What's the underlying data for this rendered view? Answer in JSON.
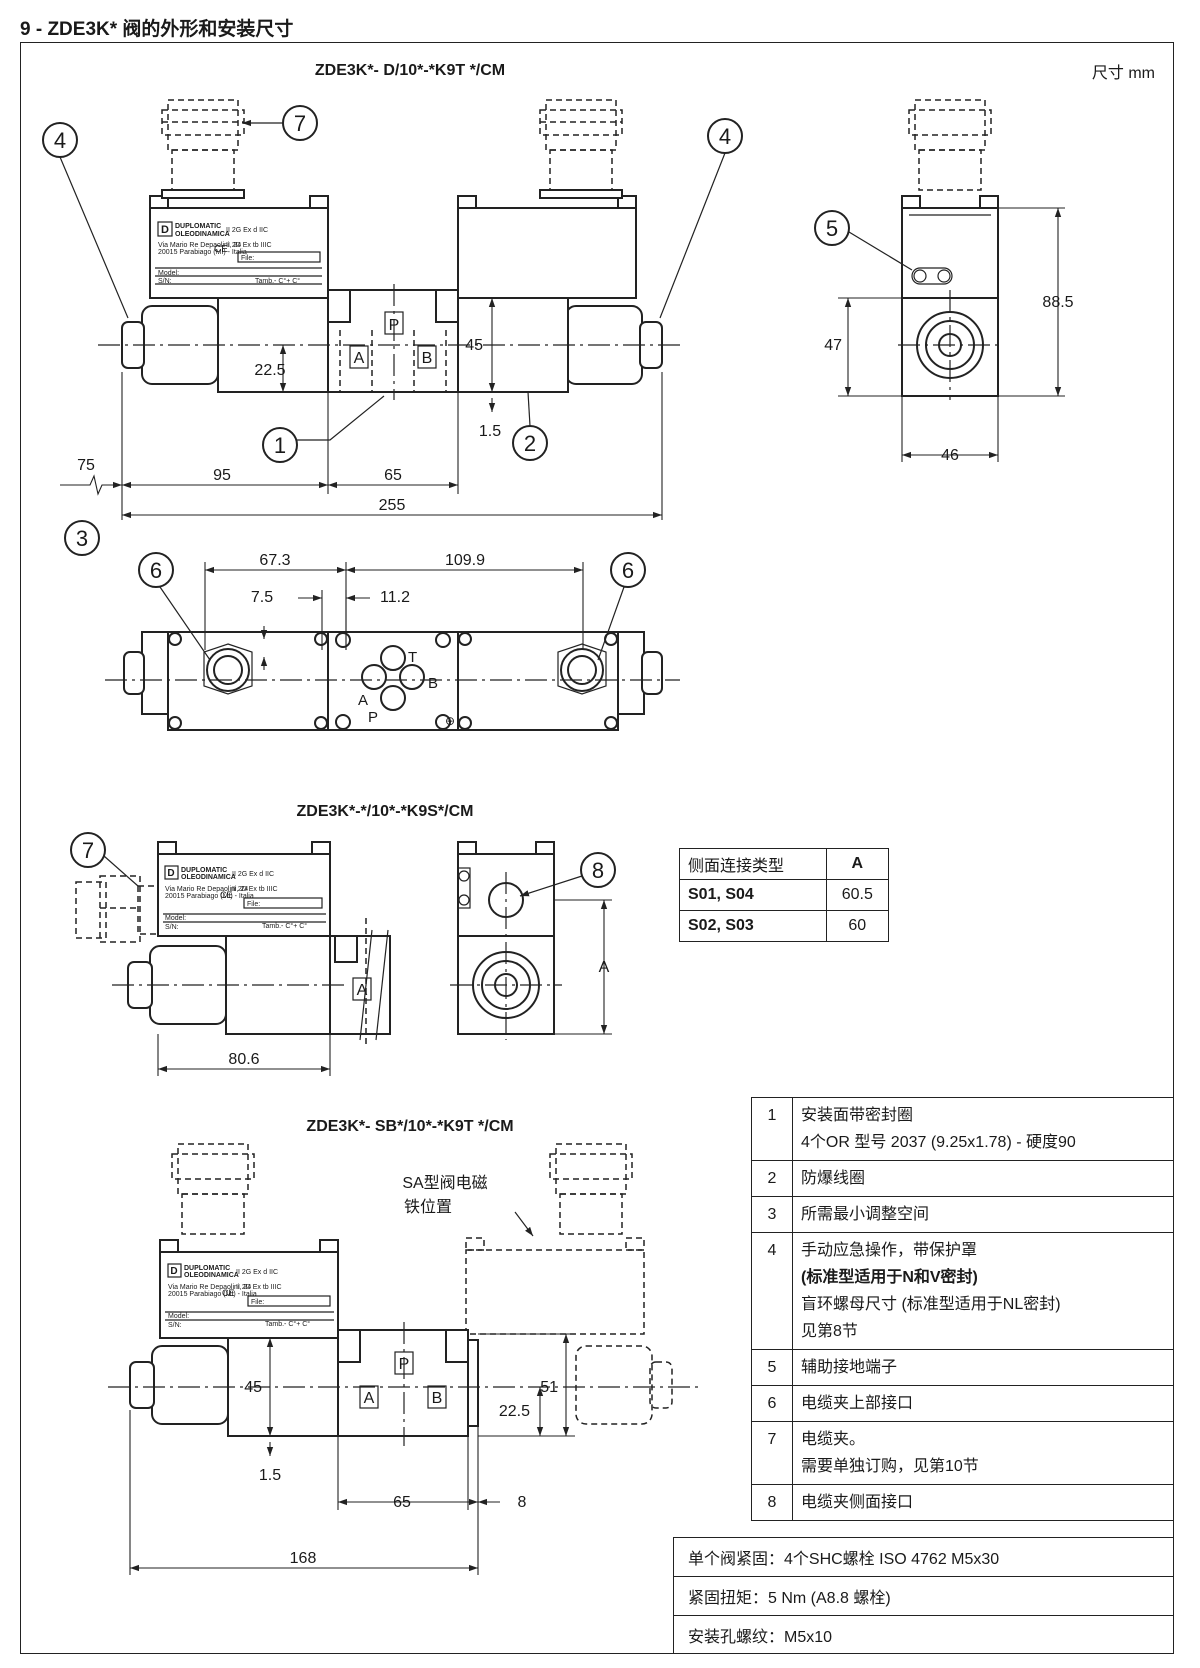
{
  "page": {
    "title": "9 - ZDE3K* 阀的外形和安装尺寸",
    "units": "尺寸  mm"
  },
  "views": {
    "view1_title": "ZDE3K*- D/10*-*K9T */CM",
    "view2_title": "ZDE3K*-*/10*-*K9S*/CM",
    "view3_title": "ZDE3K*- SB*/10*-*K9T */CM",
    "sa_note_line1": "SA型阀电磁",
    "sa_note_line2": "铁位置"
  },
  "dimensions": {
    "d75": "75",
    "d95": "95",
    "d65": "65",
    "d255": "255",
    "d45": "45",
    "d22_5": "22.5",
    "d1_5": "1.5",
    "d88_5": "88.5",
    "d47": "47",
    "d46": "46",
    "d67_3": "67.3",
    "d109_9": "109.9",
    "d7_5": "7.5",
    "d11_2": "11.2",
    "d80_6": "80.6",
    "dA": "A",
    "d45b": "45",
    "d51": "51",
    "d22_5b": "22.5",
    "d1_5b": "1.5",
    "d65b": "65",
    "d8": "8",
    "d168": "168"
  },
  "bubbles": [
    "1",
    "2",
    "3",
    "4",
    "5",
    "6",
    "7",
    "8"
  ],
  "ports": {
    "P": "P",
    "A": "A",
    "B": "B",
    "T": "T"
  },
  "nameplate": {
    "brand1": "DUPLOMATIC",
    "brand2": "OLEODINAMICA",
    "addr1": "Via Mario Re Depaolini, 24",
    "addr2": "20015 Parabiago (MI) - Italia",
    "atex1": "II 2G Ex d IIC",
    "atex2": "II 2D Ex tb IIIC",
    "file": "File:",
    "model": "Model:",
    "tamb": "Tamb.-  C°+  C°",
    "sn": "S/N:",
    "ce": "CE"
  },
  "side_table": {
    "header_type": "侧面连接类型",
    "header_a": "A",
    "rows": [
      {
        "type": "S01, S04",
        "a": "60.5"
      },
      {
        "type": "S02, S03",
        "a": "60"
      }
    ]
  },
  "legend": [
    {
      "num": "1",
      "lines": [
        "安装面带密封圈",
        "4个OR 型号 2037 (9.25x1.78) - 硬度90"
      ]
    },
    {
      "num": "2",
      "lines": [
        "防爆线圈"
      ]
    },
    {
      "num": "3",
      "lines": [
        "所需最小调整空间"
      ]
    },
    {
      "num": "4",
      "lines": [
        "手动应急操作，带保护罩",
        "(标准型适用于N和V密封)",
        "盲环螺母尺寸 (标准型适用于NL密封)",
        "见第8节"
      ]
    },
    {
      "num": "5",
      "lines": [
        "辅助接地端子"
      ]
    },
    {
      "num": "6",
      "lines": [
        "电缆夹上部接口"
      ]
    },
    {
      "num": "7",
      "lines": [
        "电缆夹。",
        "需要单独订购，见第10节"
      ]
    },
    {
      "num": "8",
      "lines": [
        "电缆夹侧面接口"
      ]
    }
  ],
  "notes": [
    "单个阀紧固：4个SHC螺栓 ISO 4762 M5x30",
    "紧固扭矩：5 Nm (A8.8 螺栓)",
    "安装孔螺纹：M5x10"
  ]
}
